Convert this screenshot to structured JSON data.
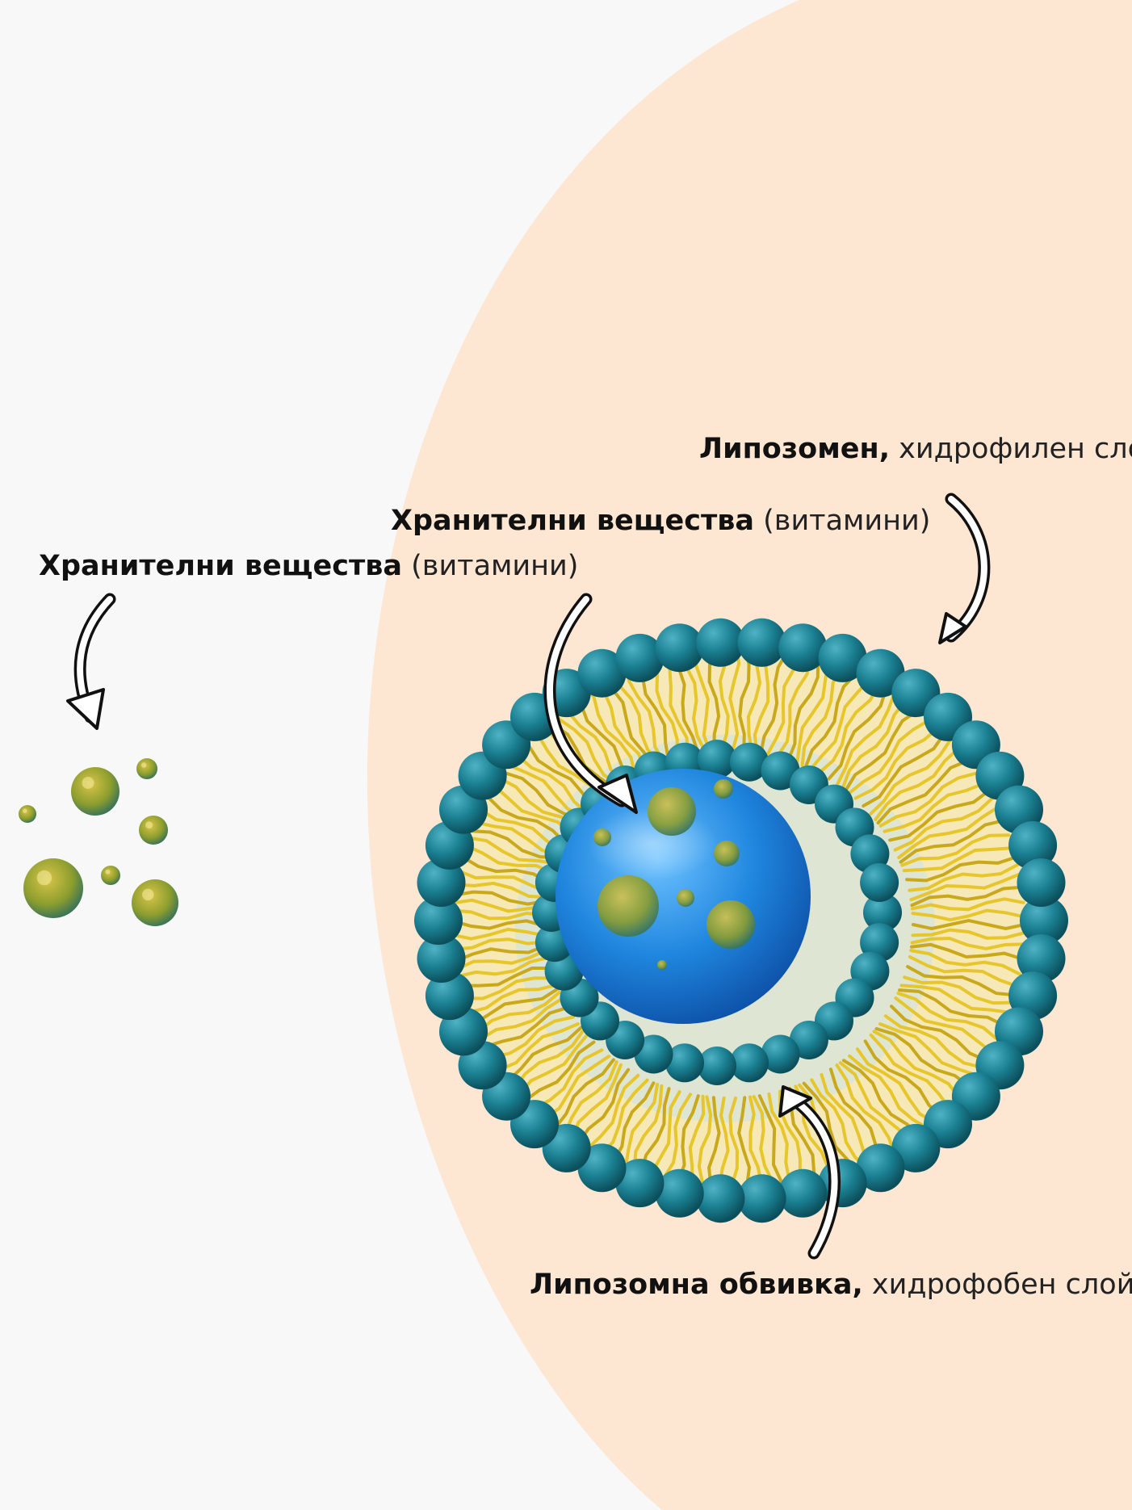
{
  "labels": {
    "free_nutrients": {
      "bold": "Хранителни вещества",
      "normal": " (витамини)"
    },
    "encapsulated_nutrients": {
      "bold": "Хранителни вещества",
      "normal": " (витамини)"
    },
    "hydrophilic_layer": {
      "bold": "Липозомен,",
      "normal": " хидрофилен слой"
    },
    "hydrophobic_shell": {
      "bold": "Липозомна обвивка,",
      "normal": " хидрофобен слой"
    }
  },
  "colors": {
    "background": "#f8f8f8",
    "peach_region": "#fde6d2",
    "phospholipid_head": "#1a7f91",
    "lipid_tail": "#e6c62a",
    "core": "#1f86de",
    "vitamin": "#8d9e2e",
    "arrow_outline": "#111111",
    "arrow_fill": "#ffffff"
  },
  "icons": [
    "curved-arrow-icon",
    "vitamin-particle-icon",
    "liposome-icon"
  ]
}
